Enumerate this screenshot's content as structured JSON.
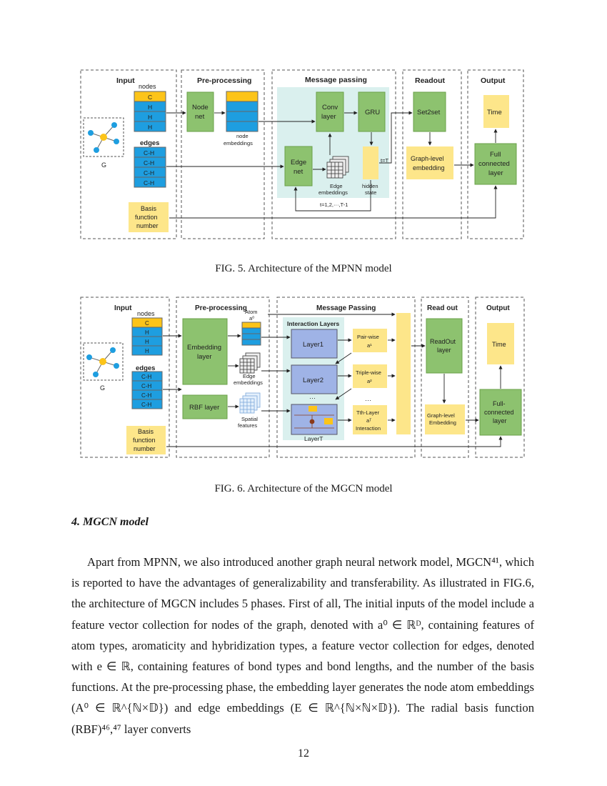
{
  "fig5": {
    "panels": {
      "input": "Input",
      "preprocessing": "Pre-processing",
      "message_passing": "Message passing",
      "readout": "Readout",
      "output": "Output"
    },
    "nodes_label": "nodes",
    "node_rows": [
      "C",
      "H",
      "H",
      "H"
    ],
    "edges_label": "edges",
    "edge_rows": [
      "C-H",
      "C-H",
      "C-H",
      "C-H"
    ],
    "graph_label": "G",
    "node_net": [
      "Node",
      "net"
    ],
    "node_embeddings": [
      "node",
      "embeddings"
    ],
    "conv_layer": [
      "Conv",
      "layer"
    ],
    "gru": "GRU",
    "edge_net": [
      "Edge",
      "net"
    ],
    "edge_embeddings": [
      "Edge",
      "embeddings"
    ],
    "hidden_state": [
      "hidden",
      "state"
    ],
    "t_eq_T": "t=T",
    "loop": "t=1,2,···,T-1",
    "set2set": "Set2set",
    "graph_level": [
      "Graph-level",
      "embedding"
    ],
    "full_connected": [
      "Full",
      "connected",
      "layer"
    ],
    "time": "Time",
    "basis": [
      "Basis",
      "function",
      "number"
    ],
    "caption": "FIG. 5. Architecture of the MPNN model"
  },
  "fig6": {
    "panels": {
      "input": "Input",
      "preprocessing": "Pre-processing",
      "message_passing": "Message Passing",
      "readout": "Read out",
      "output": "Output"
    },
    "nodes_label": "nodes",
    "node_rows": [
      "C",
      "H",
      "H",
      "H"
    ],
    "edges_label": "edges",
    "edge_rows": [
      "C-H",
      "C-H",
      "C-H",
      "C-H"
    ],
    "graph_label": "G",
    "embedding_layer": [
      "Embedding",
      "layer"
    ],
    "rbf_layer": "RBF layer",
    "atom": [
      "Atom",
      "a⁰"
    ],
    "edge_embeddings": [
      "Edge",
      "embeddings"
    ],
    "spatial_features": [
      "Spatial",
      "features"
    ],
    "interaction_layers": "Interaction Layers",
    "layer1": "Layer1",
    "layer2": "Layer2",
    "layerT": "LayerT",
    "dots": "···",
    "pairwise": [
      "Pair-wise",
      "a¹"
    ],
    "triplewise": [
      "Triple-wise",
      "a²"
    ],
    "tth": [
      "Tth-Layer",
      "aᵀ",
      "Interaction"
    ],
    "readout_layer": [
      "ReadOut",
      "layer"
    ],
    "graph_level": [
      "Graph-level",
      "Embedding"
    ],
    "full_connected": [
      "Full-",
      "connected",
      "layer"
    ],
    "time": "Time",
    "basis": [
      "Basis",
      "function",
      "number"
    ],
    "caption": "FIG. 6. Architecture of the MGCN model"
  },
  "section_heading": "4.   MGCN model",
  "paragraph": "Apart from MPNN, we also introduced another graph neural network model, MGCN⁴¹, which is reported to have the advantages of generalizability and transferability. As illustrated in FIG.6, the architecture of MGCN includes 5 phases. First of all, The initial inputs of the model include a feature vector collection for nodes of the graph, denoted with a⁰ ∈ ℝᴰ, containing features of atom types, aromaticity and hybridization types, a feature vector collection for edges, denoted with e ∈ ℝ, containing features of bond types and bond lengths, and the number of the basis functions. At the pre-processing phase, the embedding layer generates the node atom embeddings (A⁰ ∈ ℝ^{ℕ×𝔻}) and edge embeddings (E ∈ ℝ^{ℕ×ℕ×𝔻}). The radial basis function (RBF)⁴⁶,⁴⁷ layer converts",
  "page_number": "12",
  "colors": {
    "green": "#8dc26f",
    "blue": "#1e9ee0",
    "yellow": "#fde68a",
    "gold": "#fcc419",
    "teal_bg": "#daf0ee",
    "lavender": "#9fb3e6"
  }
}
